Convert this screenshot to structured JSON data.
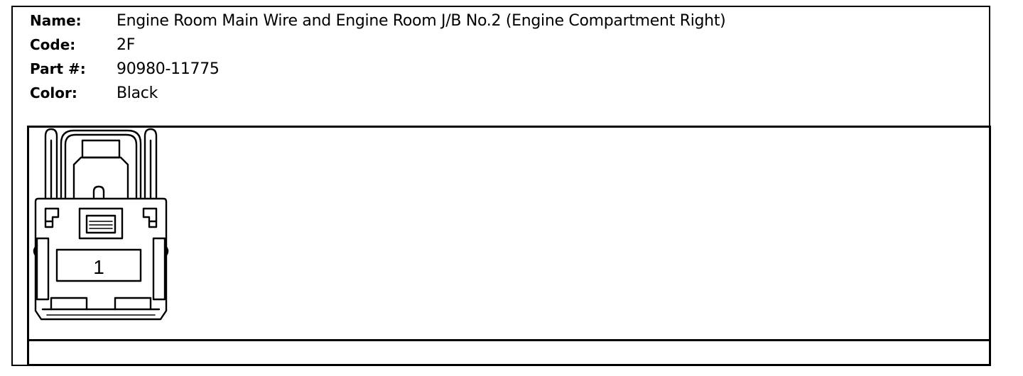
{
  "connector_info": {
    "name": {
      "label": "Name:",
      "value": "Engine Room Main Wire and Engine Room J/B No.2 (Engine Compartment Right)"
    },
    "code": {
      "label": "Code:",
      "value": "2F"
    },
    "part": {
      "label": "Part #:",
      "value": "90980-11775"
    },
    "color": {
      "label": "Color:",
      "value": "Black"
    }
  },
  "diagram": {
    "pins": [
      {
        "number": "1"
      }
    ]
  },
  "colors": {
    "line": "#000000",
    "background": "#ffffff"
  }
}
